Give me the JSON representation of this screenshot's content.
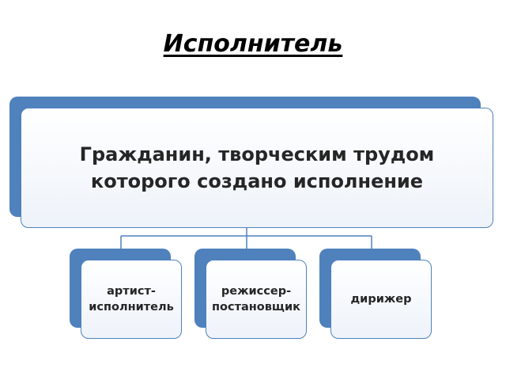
{
  "title": "Исполнитель",
  "root": {
    "text": "Гражданин, творческим трудом которого создано исполнение"
  },
  "children": [
    {
      "text": "артист-\nисполнитель"
    },
    {
      "text": "режиссер-\nпостановщик"
    },
    {
      "text": "дирижер"
    }
  ],
  "colors": {
    "accent": "#4f81bd",
    "text": "#262626"
  }
}
